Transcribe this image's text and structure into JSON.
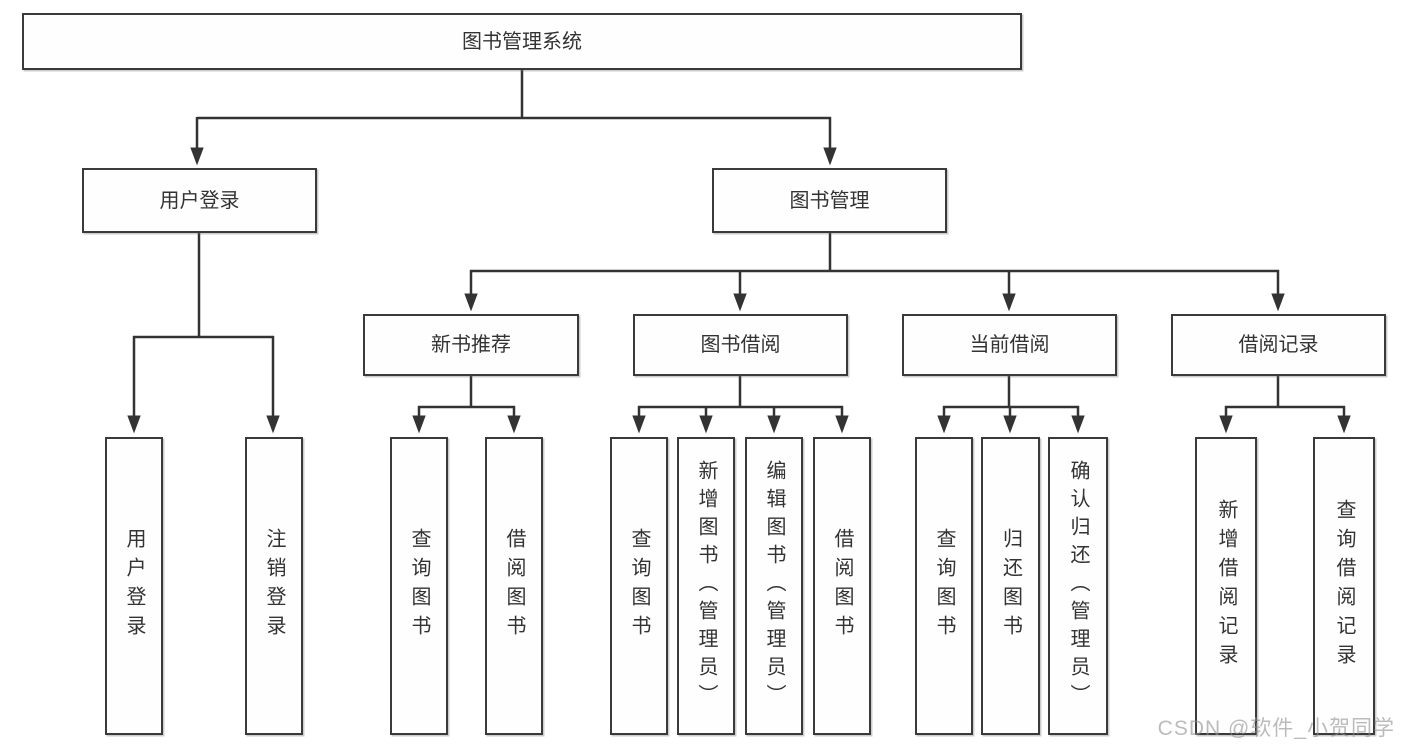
{
  "diagram": {
    "type": "hierarchy-tree",
    "colors": {
      "line": "#333333",
      "box_border": "#3a3a3a",
      "background": "#ffffff",
      "text": "#333333",
      "watermark": "#919191"
    },
    "tree": {
      "label": "图书管理系统",
      "children": [
        {
          "label": "用户登录",
          "children": [
            {
              "label": "用户登录"
            },
            {
              "label": "注销登录"
            }
          ]
        },
        {
          "label": "图书管理",
          "children": [
            {
              "label": "新书推荐",
              "children": [
                {
                  "label": "查询图书"
                },
                {
                  "label": "借阅图书"
                }
              ]
            },
            {
              "label": "图书借阅",
              "children": [
                {
                  "label": "查询图书"
                },
                {
                  "label": "新增图书（管理员）"
                },
                {
                  "label": "编辑图书（管理员）"
                },
                {
                  "label": "借阅图书"
                }
              ]
            },
            {
              "label": "当前借阅",
              "children": [
                {
                  "label": "查询图书"
                },
                {
                  "label": "归还图书"
                },
                {
                  "label": "确认归还（管理员）"
                }
              ]
            },
            {
              "label": "借阅记录",
              "children": [
                {
                  "label": "新增借阅记录"
                },
                {
                  "label": "查询借阅记录"
                }
              ]
            }
          ]
        }
      ]
    },
    "watermark": {
      "text": "CSDN @软件_小贺同学"
    }
  }
}
